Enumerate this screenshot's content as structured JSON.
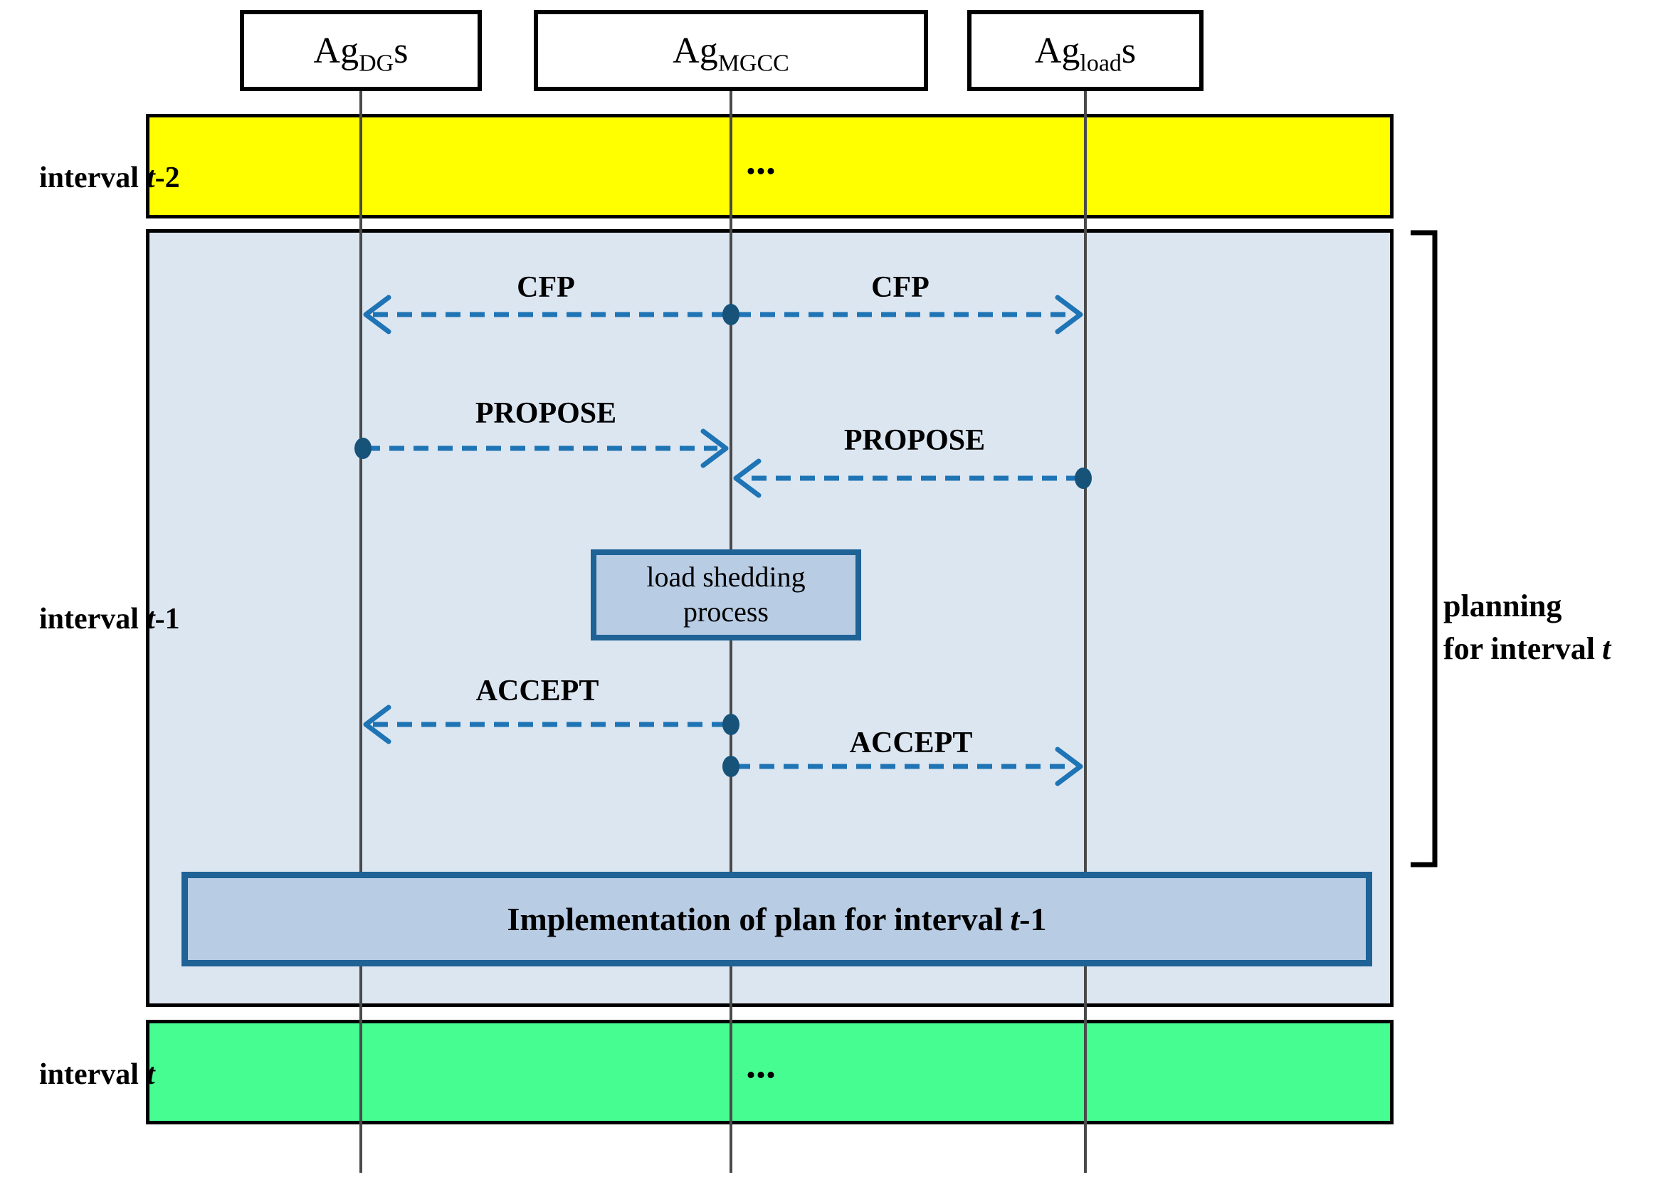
{
  "colors": {
    "band-yellow": "#ffff00",
    "band-green": "#46fd92",
    "panel-blue": "#dce6f1",
    "box-fill": "#b8cce4",
    "box-border": "#1e6296",
    "arrow-blue": "#1e74b4",
    "dot-blue": "#175379",
    "lifeline-gray": "#4a4a4a",
    "line-black": "#000000"
  },
  "agents": [
    {
      "prefix": "Ag",
      "sub": "DG",
      "suffix": "s"
    },
    {
      "prefix": "Ag",
      "sub": "MGCC",
      "suffix": ""
    },
    {
      "prefix": "Ag",
      "sub": "load",
      "suffix": "s"
    }
  ],
  "bands": {
    "t2": {
      "prefix": "interval",
      "var": "t",
      "suffix": "-2",
      "dots": "..."
    },
    "t1": {
      "prefix": "interval",
      "var": "t",
      "suffix": "-1"
    },
    "t": {
      "prefix": "interval",
      "var": "t",
      "suffix": "",
      "dots": "..."
    }
  },
  "messages": [
    {
      "label": "CFP"
    },
    {
      "label": "CFP"
    },
    {
      "label": "PROPOSE"
    },
    {
      "label": "PROPOSE"
    },
    {
      "label": "ACCEPT"
    },
    {
      "label": "ACCEPT"
    }
  ],
  "process_box": {
    "line1": "load shedding",
    "line2": "process"
  },
  "implementation_box": {
    "pre": "Implementation of plan for interval",
    "var": "t",
    "suffix": "-1"
  },
  "planning": {
    "line1": "planning",
    "line2_pre": "for interval",
    "line2_var": "t"
  }
}
